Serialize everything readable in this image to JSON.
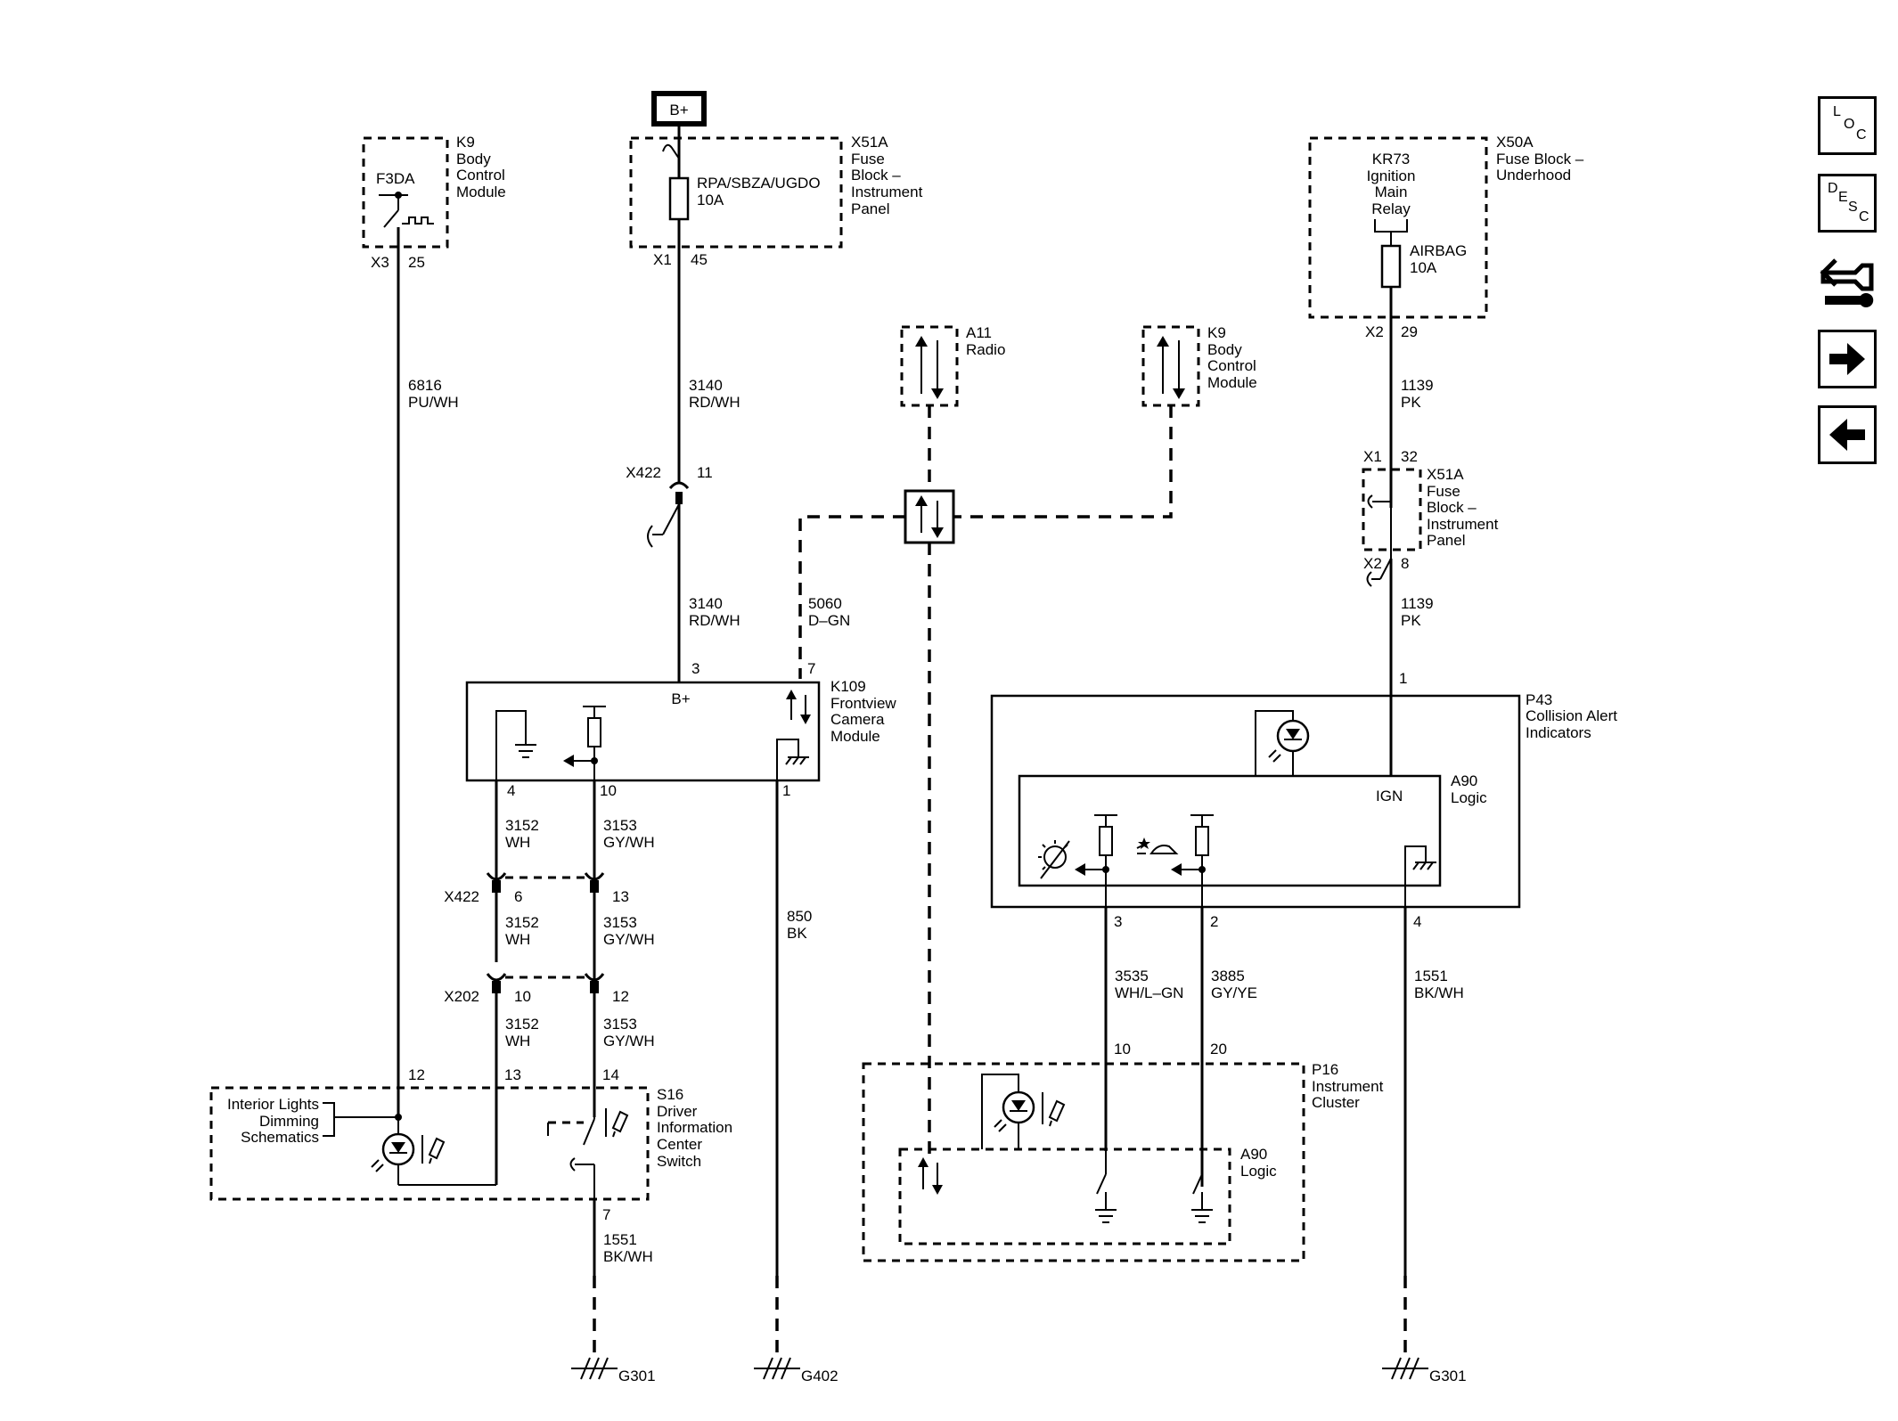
{
  "battery": "B+",
  "k9_top": {
    "name": [
      "K9",
      "Body",
      "Control",
      "Module"
    ],
    "output": "F3DA",
    "connector": "X3",
    "pin": "25"
  },
  "x51a_top": {
    "name": [
      "X51A",
      "Fuse",
      "Block –",
      "Instrument",
      "Panel"
    ],
    "fuse": [
      "RPA/SBZA/UGDO",
      "10A"
    ],
    "connector": "X1",
    "pin": "45"
  },
  "x50a": {
    "name": [
      "X50A",
      "Fuse Block –",
      "Underhood"
    ],
    "relay": [
      "KR73",
      "Ignition",
      "Main",
      "Relay"
    ],
    "fuse": [
      "AIRBAG",
      "10A"
    ],
    "connector": "X2",
    "pin": "29"
  },
  "a11": {
    "name": [
      "A11",
      "Radio"
    ]
  },
  "k9_mid": {
    "name": [
      "K9",
      "Body",
      "Control",
      "Module"
    ]
  },
  "wire_6816": [
    "6816",
    "PU/WH"
  ],
  "wire_3140_a": [
    "3140",
    "RD/WH"
  ],
  "wire_3140_b": [
    "3140",
    "RD/WH"
  ],
  "wire_5060": [
    "5060",
    "D–GN"
  ],
  "wire_1139_a": [
    "1139",
    "PK"
  ],
  "wire_1139_b": [
    "1139",
    "PK"
  ],
  "x422_b": {
    "name": "X422",
    "pin": "11"
  },
  "x51a_mid": {
    "name": [
      "X51A",
      "Fuse",
      "Block –",
      "Instrument",
      "Panel"
    ],
    "in_conn": "X1",
    "in_pin": "32",
    "out_conn": "X2",
    "out_pin": "8"
  },
  "k109": {
    "name": [
      "K109",
      "Frontview",
      "Camera",
      "Module"
    ],
    "bplus": "B+",
    "pins": [
      "3",
      "7",
      "4",
      "10",
      "1"
    ]
  },
  "p43": {
    "name": [
      "P43",
      "Collision Alert",
      "Indicators"
    ],
    "in_pin": "1",
    "pins": [
      "3",
      "2",
      "4"
    ]
  },
  "a90_p43": {
    "name": [
      "A90",
      "Logic"
    ],
    "ign": "IGN"
  },
  "x422_c": {
    "name": "X422",
    "pins": [
      "6",
      "13"
    ]
  },
  "x202": {
    "name": "X202",
    "pins": [
      "10",
      "12"
    ]
  },
  "wire_3152": [
    "3152",
    "WH"
  ],
  "wire_3153": [
    "3153",
    "GY/WH"
  ],
  "wire_850": [
    "850",
    "BK"
  ],
  "wire_3535": [
    "3535",
    "WH/L–GN"
  ],
  "wire_3885": [
    "3885",
    "GY/YE"
  ],
  "wire_1551_a": [
    "1551",
    "BK/WH"
  ],
  "wire_1551_b": [
    "1551",
    "BK/WH"
  ],
  "s16": {
    "name": [
      "S16",
      "Driver",
      "Information",
      "Center",
      "Switch"
    ],
    "pins": [
      "12",
      "13",
      "14"
    ],
    "out_pin": "7"
  },
  "interior_lights": [
    "Interior Lights",
    "Dimming",
    "Schematics"
  ],
  "p16": {
    "name": [
      "P16",
      "Instrument",
      "Cluster"
    ],
    "pins": [
      "10",
      "20"
    ]
  },
  "a90_p16": {
    "name": [
      "A90",
      "Logic"
    ]
  },
  "grounds": [
    "G301",
    "G402",
    "G301"
  ],
  "nav_buttons": [
    {
      "icon": "loc-icon",
      "letters": [
        "L",
        "O",
        "C"
      ]
    },
    {
      "icon": "desc-icon",
      "letters": [
        "D",
        "E",
        "S",
        "C"
      ]
    },
    {
      "icon": "connector-wrench-icon"
    },
    {
      "icon": "arrow-right-icon"
    },
    {
      "icon": "arrow-left-icon"
    }
  ]
}
